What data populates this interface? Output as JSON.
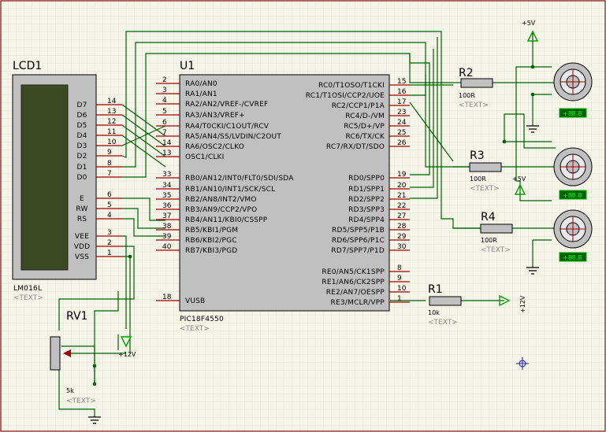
{
  "colors": {
    "background": "#f5f4e8",
    "grid": "#e4e3d6",
    "wire": "#006000",
    "pin": "#a00000",
    "body": "#c0c0c0",
    "lcd_screen": "#3b4a22",
    "probe": "#00b000",
    "probe_text": "#00ff00",
    "power_arrow": "#00a000"
  },
  "lcd": {
    "ref": "LCD1",
    "model": "LM016L",
    "text_hint": "<TEXT>",
    "pins": [
      {
        "name": "D7",
        "num": "14"
      },
      {
        "name": "D6",
        "num": "13"
      },
      {
        "name": "D5",
        "num": "12"
      },
      {
        "name": "D4",
        "num": "11"
      },
      {
        "name": "D3",
        "num": "10"
      },
      {
        "name": "D2",
        "num": "9"
      },
      {
        "name": "D1",
        "num": "8"
      },
      {
        "name": "D0",
        "num": "7"
      },
      {
        "name": "E",
        "num": "6"
      },
      {
        "name": "RW",
        "num": "5"
      },
      {
        "name": "RS",
        "num": "4"
      },
      {
        "name": "VEE",
        "num": "3"
      },
      {
        "name": "VDD",
        "num": "2"
      },
      {
        "name": "VSS",
        "num": "1"
      }
    ]
  },
  "mcu": {
    "ref": "U1",
    "model": "PIC18F4550",
    "text_hint": "<TEXT>",
    "left_pins": [
      {
        "name": "RA0/AN0",
        "num": "2"
      },
      {
        "name": "RA1/AN1",
        "num": "3"
      },
      {
        "name": "RA2/AN2/VREF-/CVREF",
        "num": "4"
      },
      {
        "name": "RA3/AN3/VREF+",
        "num": "5"
      },
      {
        "name": "RA4/T0CKI/C1OUT/RCV",
        "num": "6"
      },
      {
        "name": "RA5/AN4/SS/LVDIN/C2OUT",
        "num": "7"
      },
      {
        "name": "RA6/OSC2/CLKO",
        "num": "14"
      },
      {
        "name": "OSC1/CLKI",
        "num": "13"
      },
      {
        "name": "RB0/AN12/INT0/FLT0/SDI/SDA",
        "num": "33"
      },
      {
        "name": "RB1/AN10/INT1/SCK/SCL",
        "num": "34"
      },
      {
        "name": "RB2/AN8/INT2/VMO",
        "num": "35"
      },
      {
        "name": "RB3/AN9/CCP2/VPO",
        "num": "36"
      },
      {
        "name": "RB4/AN11/KBI0/CSSPP",
        "num": "37"
      },
      {
        "name": "RB5/KBI1/PGM",
        "num": "38"
      },
      {
        "name": "RB6/KBI2/PGC",
        "num": "39"
      },
      {
        "name": "RB7/KBI3/PGD",
        "num": "40"
      },
      {
        "name": "VUSB",
        "num": "18"
      }
    ],
    "right_pins": [
      {
        "name": "RC0/T1OSO/T1CKI",
        "num": "15"
      },
      {
        "name": "RC1/T1OSI/CCP2/UOE",
        "num": "16"
      },
      {
        "name": "RC2/CCP1/P1A",
        "num": "17"
      },
      {
        "name": "RC4/D-/VM",
        "num": "23"
      },
      {
        "name": "RC5/D+/VP",
        "num": "24"
      },
      {
        "name": "RC6/TX/CK",
        "num": "25"
      },
      {
        "name": "RC7/RX/DT/SDO",
        "num": "26"
      },
      {
        "name": "RD0/SPP0",
        "num": "19"
      },
      {
        "name": "RD1/SPP1",
        "num": "20"
      },
      {
        "name": "RD2/SPP2",
        "num": "21"
      },
      {
        "name": "RD3/SPP3",
        "num": "22"
      },
      {
        "name": "RD4/SPP4",
        "num": "27"
      },
      {
        "name": "RD5/SPP5/P1B",
        "num": "28"
      },
      {
        "name": "RD6/SPP6/P1C",
        "num": "29"
      },
      {
        "name": "RD7/SPP7/P1D",
        "num": "30"
      },
      {
        "name": "RE0/AN5/CK1SPP",
        "num": "8"
      },
      {
        "name": "RE1/AN6/CK2SPP",
        "num": "9"
      },
      {
        "name": "RE2/AN7/OESPP",
        "num": "10"
      },
      {
        "name": "RE3/MCLR/VPP",
        "num": "1"
      }
    ]
  },
  "resistors": [
    {
      "ref": "R2",
      "value": "100R",
      "hint": "<TEXT>"
    },
    {
      "ref": "R3",
      "value": "100R",
      "hint": "<TEXT>"
    },
    {
      "ref": "R4",
      "value": "100R",
      "hint": "<TEXT>"
    },
    {
      "ref": "R1",
      "value": "10k",
      "hint": "<TEXT>"
    }
  ],
  "pot": {
    "ref": "RV1",
    "value": "5k",
    "hint": "<TEXT>"
  },
  "power": {
    "plus5_top": "+5V",
    "plus5_mid": "+5V",
    "plus12_r1": "+12V",
    "plus12_bottom": "+12V"
  },
  "probes": [
    "+88.8",
    "+88.8",
    "+88.8"
  ]
}
